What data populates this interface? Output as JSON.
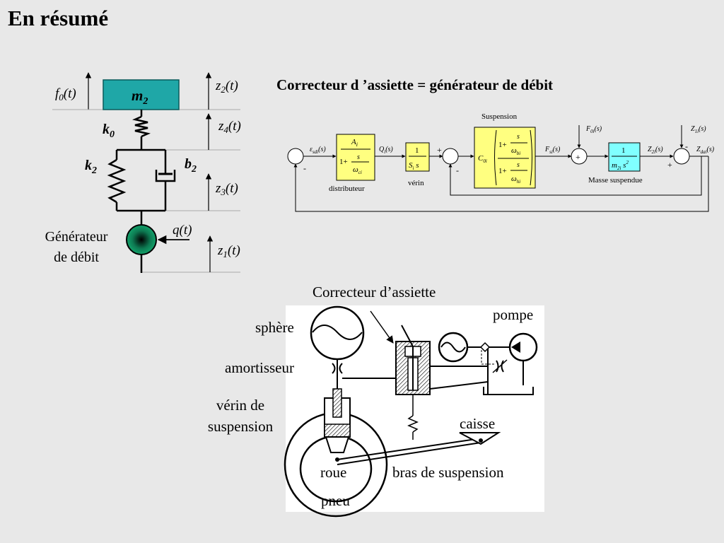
{
  "slide": {
    "title": "En résumé"
  },
  "mechanical_model": {
    "mass_label": "m",
    "mass_sub": "2",
    "force_label": {
      "main": "f",
      "sub": "0",
      "arg": "(t)"
    },
    "z2_label": {
      "main": "z",
      "sub": "2",
      "arg": "(t)"
    },
    "z4_label": {
      "main": "z",
      "sub": "4",
      "arg": "(t)"
    },
    "z3_label": {
      "main": "z",
      "sub": "3",
      "arg": "(t)"
    },
    "z1_label": {
      "main": "z",
      "sub": "1",
      "arg": "(t)"
    },
    "k0_label": {
      "main": "k",
      "sub": "0"
    },
    "k2_label": {
      "main": "k",
      "sub": "2"
    },
    "b2_label": {
      "main": "b",
      "sub": "2"
    },
    "q_label": "q(t)",
    "generator_label_line1": "Générateur",
    "generator_label_line2": "de débit",
    "colors": {
      "mass": "#1fa7a7",
      "generator": "#13a36b"
    }
  },
  "block_diagram": {
    "title": "Correcteur d ’assiette = générateur de débit",
    "epsilon_label": {
      "main": "ε",
      "sub": "sdi",
      "arg": "(s)"
    },
    "q_signal": {
      "main": "Q",
      "sub": "i",
      "arg": "(s)"
    },
    "fs_signal": {
      "main": "F",
      "sub": "si",
      "arg": "(s)"
    },
    "z2_signal": {
      "main": "Z",
      "sub": "2i",
      "arg": "(s)"
    },
    "f0_signal": {
      "main": "F",
      "sub": "0i",
      "arg": "(s)"
    },
    "z1_signal": {
      "main": "Z",
      "sub": "1i",
      "arg": "(s)"
    },
    "zda_signal": {
      "main": "Z",
      "sub": "dai",
      "arg": "(s)"
    },
    "distributeur": {
      "num": "A",
      "num_sub": "i",
      "den_pre": "1+",
      "den_frac_num": "s",
      "den_frac_den": "ω",
      "den_frac_den_sub": "ci",
      "caption": "distributeur"
    },
    "verin": {
      "num": "1",
      "den": "S",
      "den_sub": "i",
      "den_post": " s",
      "caption": "vérin"
    },
    "suspension": {
      "caption": "Suspension",
      "gain": "C",
      "gain_sub": "0i",
      "num_pre": "1+",
      "num_s": "s",
      "num_w": "ω",
      "num_w_sub": "bi",
      "den_pre": "1+",
      "den_s": "s",
      "den_w": "ω",
      "den_w_sub": "hi"
    },
    "masse": {
      "num": "1",
      "den": "m",
      "den_sub": "2i",
      "den_post": " s",
      "den_sup": "2",
      "caption": "Masse suspendue"
    },
    "signs": {
      "plus": "+",
      "minus": "-"
    },
    "colors": {
      "block": "#ffff80",
      "masse_block": "#80ffff"
    }
  },
  "hydraulic_photo": {
    "correcteur": "Correcteur d’assiette",
    "sphere": "sphère",
    "pompe": "pompe",
    "amortisseur": "amortisseur",
    "verin_line1": "vérin de",
    "verin_line2": "suspension",
    "caisse": "caisse",
    "roue": "roue",
    "bras": "bras de suspension",
    "pneu": "pneu"
  }
}
